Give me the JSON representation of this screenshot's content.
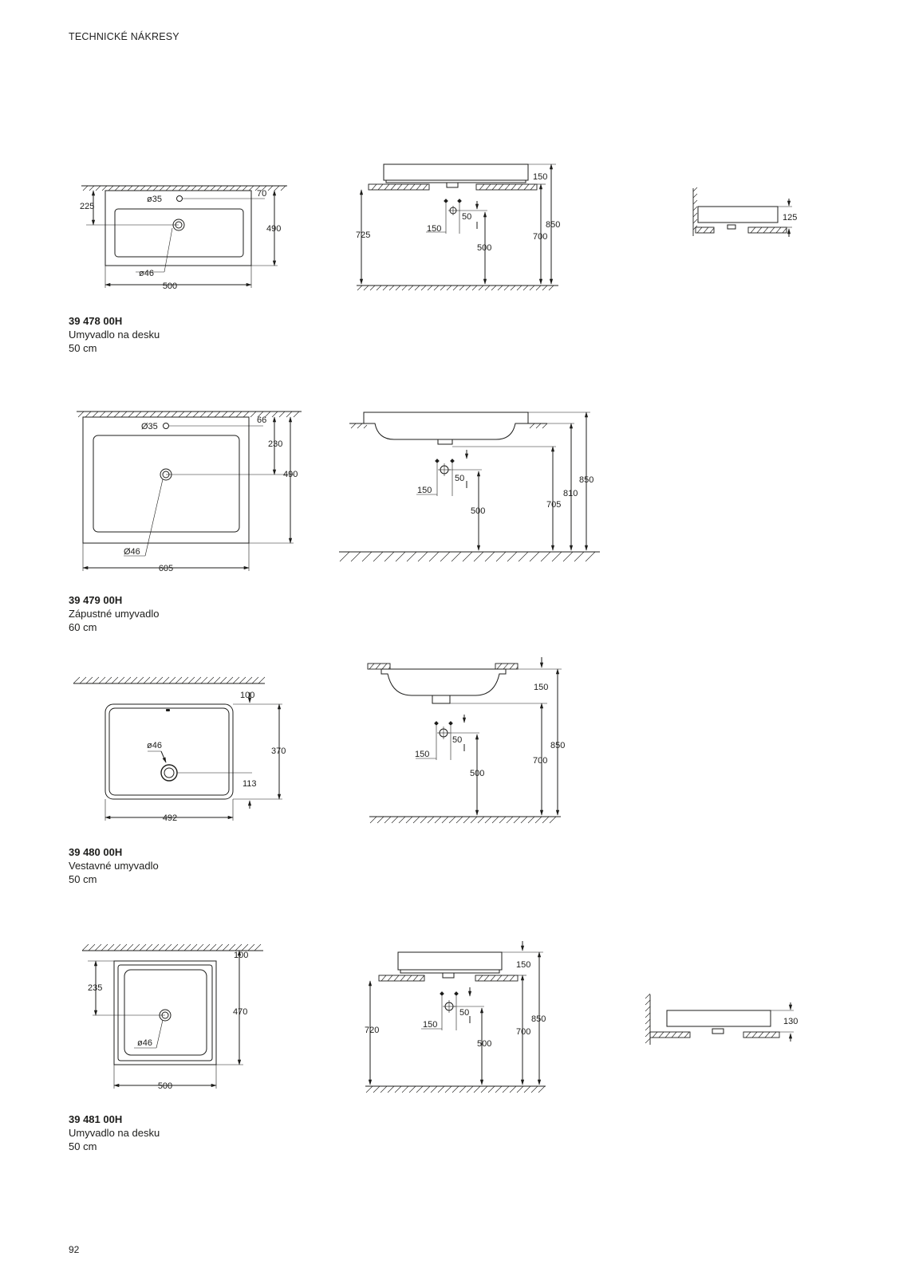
{
  "header": {
    "title": "TECHNICKÉ NÁKRESY"
  },
  "products": [
    {
      "code": "39 478 00H",
      "name": "Umyvadlo na desku",
      "size": "50 cm",
      "plan": {
        "width": "500",
        "depth": "490",
        "back_offset": "70",
        "drain_offset": "225",
        "overflow": "ø35",
        "drain": "ø46"
      },
      "side": {
        "rim_height": "150",
        "counter_height": "725",
        "total_height": "850",
        "trap_height": "700",
        "tap_spacing": "150",
        "tap_offset": "50",
        "supply_height": "500"
      },
      "detail": {
        "height": "125"
      }
    },
    {
      "code": "39 479 00H",
      "name": "Zápustné umyvadlo",
      "size": "60 cm",
      "plan": {
        "width": "605",
        "depth": "490",
        "back_offset": "66",
        "drain_offset": "230",
        "overflow": "Ø35",
        "drain": "Ø46"
      },
      "side": {
        "total_height": "850",
        "counter_height": "810",
        "trap_height": "705",
        "tap_spacing": "150",
        "tap_offset": "50",
        "supply_height": "500"
      }
    },
    {
      "code": "39 480 00H",
      "name": "Vestavné umyvadlo",
      "size": "50 cm",
      "plan": {
        "width": "492",
        "depth": "370",
        "back_offset": "100",
        "front_offset": "113",
        "drain": "ø46"
      },
      "side": {
        "bowl_depth": "150",
        "total_height": "850",
        "trap_height": "700",
        "tap_spacing": "150",
        "tap_offset": "50",
        "supply_height": "500"
      }
    },
    {
      "code": "39 481 00H",
      "name": "Umyvadlo na desku",
      "size": "50 cm",
      "plan": {
        "width": "500",
        "depth": "470",
        "back_offset": "100",
        "drain_offset": "235",
        "drain": "ø46"
      },
      "side": {
        "rim_height": "150",
        "counter_height": "720",
        "total_height": "850",
        "trap_height": "700",
        "tap_spacing": "150",
        "tap_offset": "50",
        "supply_height": "500"
      },
      "detail": {
        "height": "130"
      }
    }
  ],
  "page_number": "92"
}
